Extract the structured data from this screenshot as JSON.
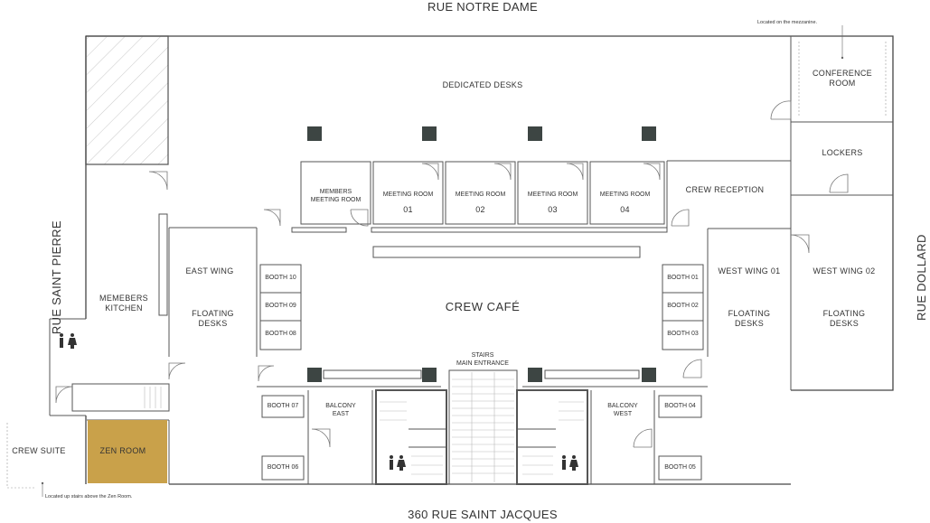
{
  "streets": {
    "north": "RUE NOTRE DAME",
    "south": "360 RUE SAINT JACQUES",
    "west": "RUE SAINT PIERRE",
    "east": "RUE DOLLARD"
  },
  "notes": {
    "mezzanine": "Located on the mezzanine.",
    "zen": "Located up stairs above the Zen Room."
  },
  "rooms": {
    "dedicated_desks": "DEDICATED DESKS",
    "conference_room": [
      "CONFERENCE",
      "ROOM"
    ],
    "lockers": "LOCKERS",
    "crew_reception": "CREW RECEPTION",
    "members_meeting_room": [
      "MEMBERS",
      "MEETING ROOM"
    ],
    "meeting_room_label": "MEETING ROOM",
    "meeting_rooms": [
      "01",
      "02",
      "03",
      "04"
    ],
    "east_wing": "EAST WING",
    "east_floating": [
      "FLOATING",
      "DESKS"
    ],
    "members_kitchen": [
      "MEMEBERS",
      "KITCHEN"
    ],
    "crew_cafe": "CREW CAFÉ",
    "west_wing_01": "WEST WING 01",
    "west_floating_01": [
      "FLOATING",
      "DESKS"
    ],
    "west_wing_02": "WEST WING 02",
    "west_floating_02": [
      "FLOATING",
      "DESKS"
    ],
    "booths_left": [
      "BOOTH 10",
      "BOOTH 09",
      "BOOTH 08"
    ],
    "booths_right": [
      "BOOTH 01",
      "BOOTH 02",
      "BOOTH 03"
    ],
    "stairs": [
      "STAIRS",
      "MAIN ENTRANCE"
    ],
    "booth_07": "BOOTH 07",
    "booth_06": "BOOTH 06",
    "balcony_east": [
      "BALCONY",
      "EAST"
    ],
    "balcony_west": [
      "BALCONY",
      "WEST"
    ],
    "booth_04": "BOOTH 04",
    "booth_05": "BOOTH 05",
    "zen_room": "ZEN ROOM",
    "crew_suite": "CREW SUITE"
  },
  "colors": {
    "zen_room": "#c9a14a",
    "column": "#3d4543",
    "wall": "#444444"
  }
}
